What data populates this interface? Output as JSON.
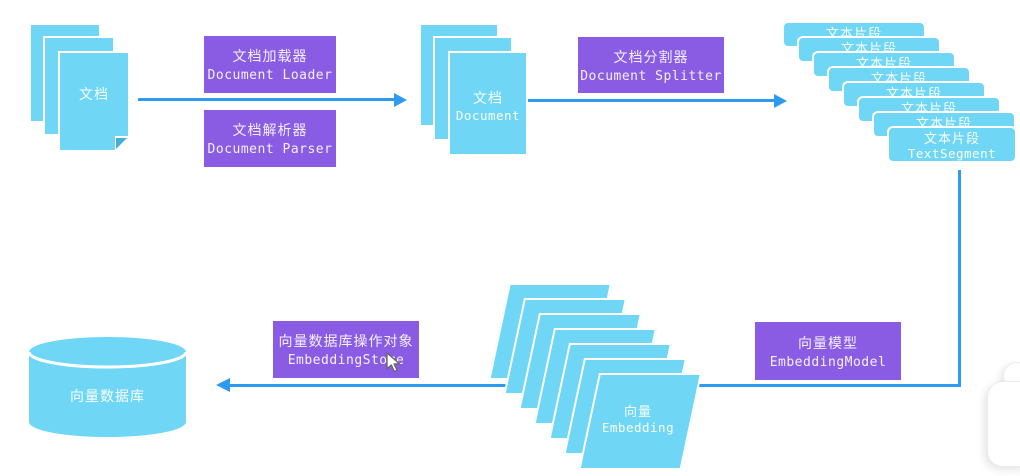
{
  "colors": {
    "shape_blue": "#6FD7F5",
    "fold_blue": "#45AED6",
    "box_purple": "#8A5CE4",
    "arrow_blue": "#2E9BF0",
    "label_white": "#FFFFFF"
  },
  "pipeline": {
    "source_docs_label": "文档",
    "loader": {
      "zh": "文档加载器",
      "en": "Document Loader"
    },
    "parser": {
      "zh": "文档解析器",
      "en": "Document Parser"
    },
    "document": {
      "zh": "文档",
      "en": "Document"
    },
    "splitter": {
      "zh": "文档分割器",
      "en": "Document Splitter"
    },
    "text_segment": {
      "zh": "文本片段",
      "en": "TextSegment",
      "count": 8
    },
    "embedding_model": {
      "zh": "向量模型",
      "en": "EmbeddingModel"
    },
    "embedding": {
      "zh": "向量",
      "en": "Embedding",
      "count": 7
    },
    "embedding_store": {
      "zh": "向量数据库操作对象",
      "en": "EmbeddingStore"
    },
    "vector_db_label": "向量数据库"
  }
}
